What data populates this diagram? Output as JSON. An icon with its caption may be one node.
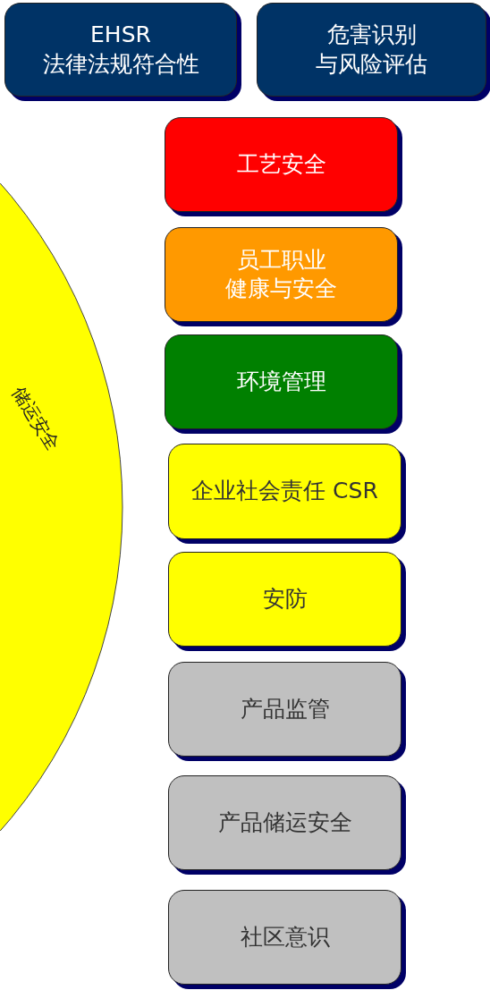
{
  "diagram": {
    "nodes": [
      {
        "text": [
          "储运安全"
        ]
      },
      {
        "text": [
          "EHSR 法律法规符合性"
        ]
      },
      {
        "text": [
          "危害识别与风险评估"
        ]
      },
      {
        "text": [
          "工艺安全"
        ]
      },
      {
        "text": [
          "员工职业健康与安全"
        ]
      },
      {
        "text": [
          "环境管理"
        ]
      },
      {
        "text": [
          "企业社会责任 CSR"
        ]
      },
      {
        "text": [
          "安防"
        ]
      },
      {
        "text": [
          "产品监管"
        ]
      },
      {
        "text": [
          "产品储运安全"
        ]
      },
      {
        "text": [
          "社区意识"
        ]
      }
    ]
  }
}
